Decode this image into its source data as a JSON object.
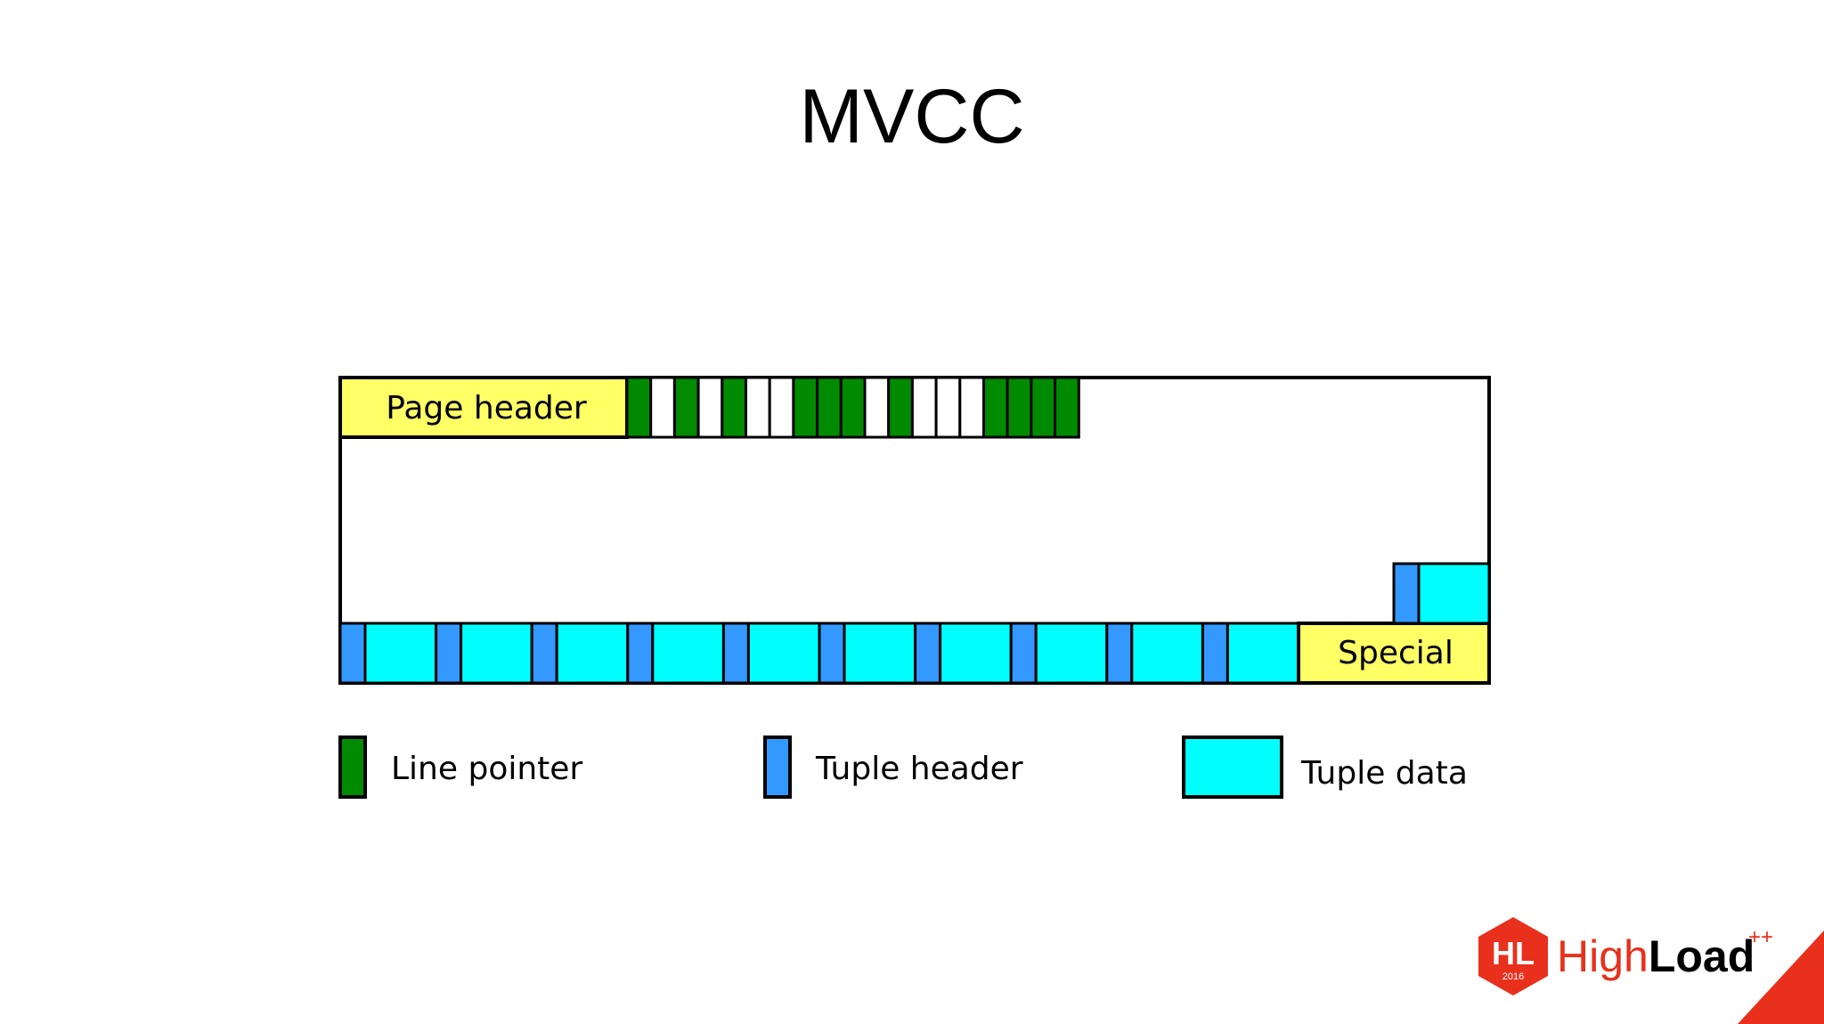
{
  "slide": {
    "title": "MVCC"
  },
  "page": {
    "header_label": "Page header",
    "special_label": "Special",
    "line_pointers": [
      "used",
      "free",
      "used",
      "free",
      "used",
      "free",
      "free",
      "used",
      "used",
      "used",
      "free",
      "used",
      "free",
      "free",
      "free",
      "used",
      "used",
      "used",
      "used"
    ],
    "tuple_count": 10,
    "extra_tuple_count": 1
  },
  "legend": {
    "line_pointer": "Line pointer",
    "tuple_header": "Tuple header",
    "tuple_data": "Tuple data"
  },
  "colors": {
    "page_header": "#ffff66",
    "special": "#ffff66",
    "line_pointer": "#008a00",
    "free_slot": "#ffffff",
    "tuple_header": "#3399ff",
    "tuple_data": "#00ffff",
    "border": "#000000",
    "logo_hex": "#e8301c",
    "logo_corner": "#e8301c"
  },
  "logo": {
    "hex_text": "HL",
    "hex_year": "2016",
    "word_light": "High",
    "word_bold": "Load",
    "superscript": "++"
  }
}
